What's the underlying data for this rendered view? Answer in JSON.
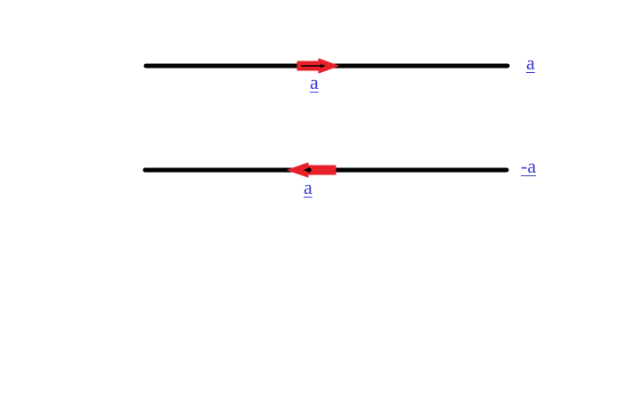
{
  "colors": {
    "background": "#ffffff",
    "line": "#000000",
    "arrow": "#e8202a",
    "label": "#3b3bd6"
  },
  "rows": [
    {
      "name": "vector-a",
      "direction": "right",
      "arrow_label": "a",
      "end_label": "a"
    },
    {
      "name": "vector-negative-a",
      "direction": "left",
      "arrow_label": "a",
      "end_label": "-a"
    }
  ]
}
